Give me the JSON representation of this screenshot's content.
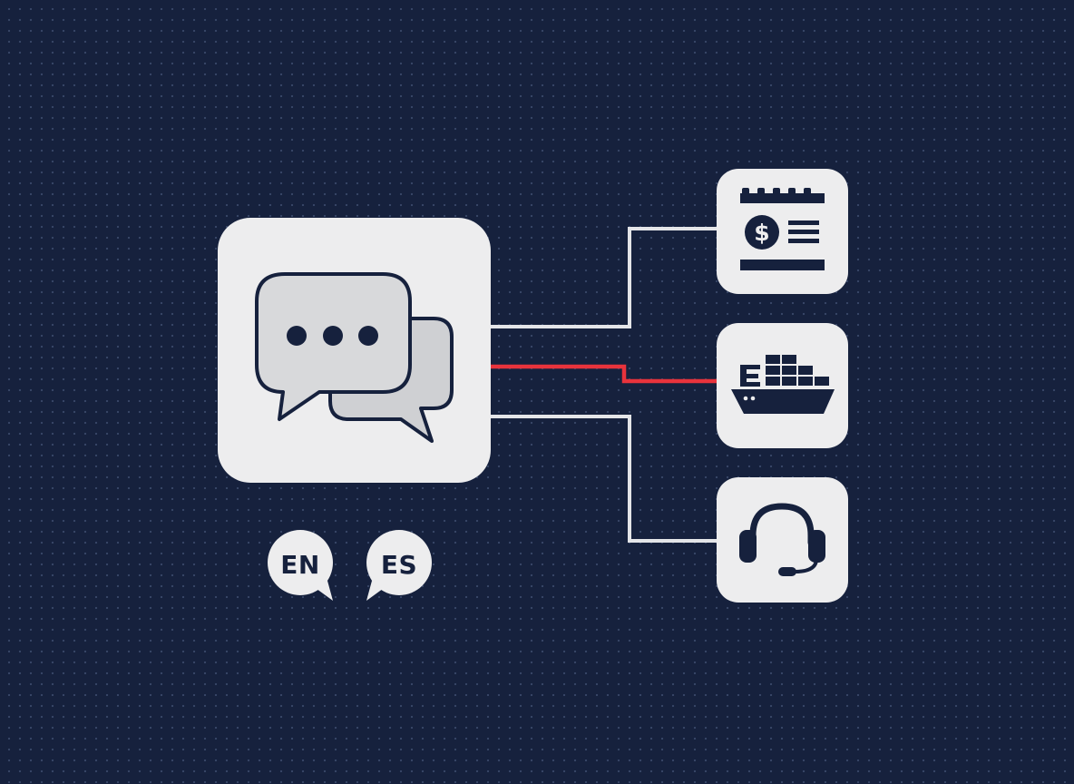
{
  "colors": {
    "background": "#16213d",
    "tile": "#ededee",
    "ink": "#16213d",
    "connector": "#e4e5e8",
    "highlight_connector": "#e8333c",
    "bubble_front": "#d8d9db",
    "bubble_back": "#cfd0d3"
  },
  "chat_hub": {
    "icon": "chat-bubbles-icon",
    "connects_to": [
      "billing",
      "shipping",
      "support"
    ],
    "highlighted_connection": "shipping"
  },
  "services": [
    {
      "id": "billing",
      "icon": "invoice-dollar-icon"
    },
    {
      "id": "shipping",
      "icon": "cargo-ship-icon"
    },
    {
      "id": "support",
      "icon": "headset-icon"
    }
  ],
  "languages": [
    {
      "code": "EN"
    },
    {
      "code": "ES"
    }
  ]
}
